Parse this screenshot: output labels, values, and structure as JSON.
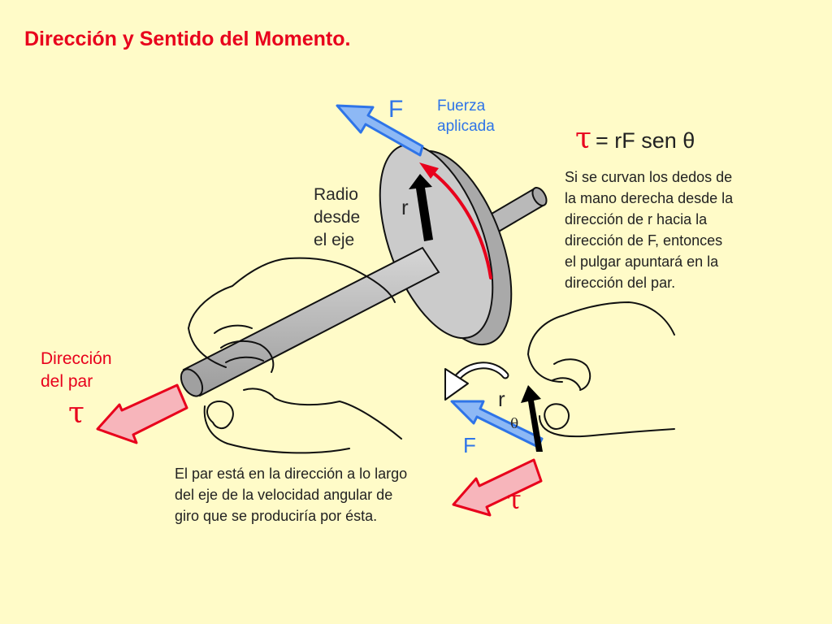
{
  "title": "Dirección y Sentido del Momento.",
  "labels": {
    "force_upper": "F",
    "force_applied": [
      "Fuerza",
      "aplicada"
    ],
    "radius_upper": "r",
    "radius_from_axis": [
      "Radio",
      "desde",
      "el eje"
    ],
    "torque_direction": [
      "Dirección",
      "del par"
    ],
    "tau_left": "τ",
    "r_lower": "r",
    "theta_lower": "θ",
    "force_lower": "F",
    "tau_lower": "τ"
  },
  "formula": {
    "tau": "τ",
    "rest": "= rF sen θ"
  },
  "right_note": [
    "Si se curvan los dedos de",
    "la mano derecha desde la",
    "dirección de  r hacia la",
    "dirección de F, entonces",
    "el pulgar apuntará en la",
    "dirección del par."
  ],
  "bottom_note": [
    "El par está en la dirección a lo largo",
    "del eje de la velocidad angular de",
    "giro que se produciría por ésta."
  ],
  "colors": {
    "background": "#FFFBC8",
    "title": "#E8001C",
    "force_arrow": "#8DB8F5",
    "force_text": "#2E74E8",
    "torque_arrow": "#F7B5BB",
    "torque_text": "#E8001C",
    "radius_arrow": "#000000",
    "wheel": "#C9C9C9",
    "axle": "#BEBEBE"
  }
}
